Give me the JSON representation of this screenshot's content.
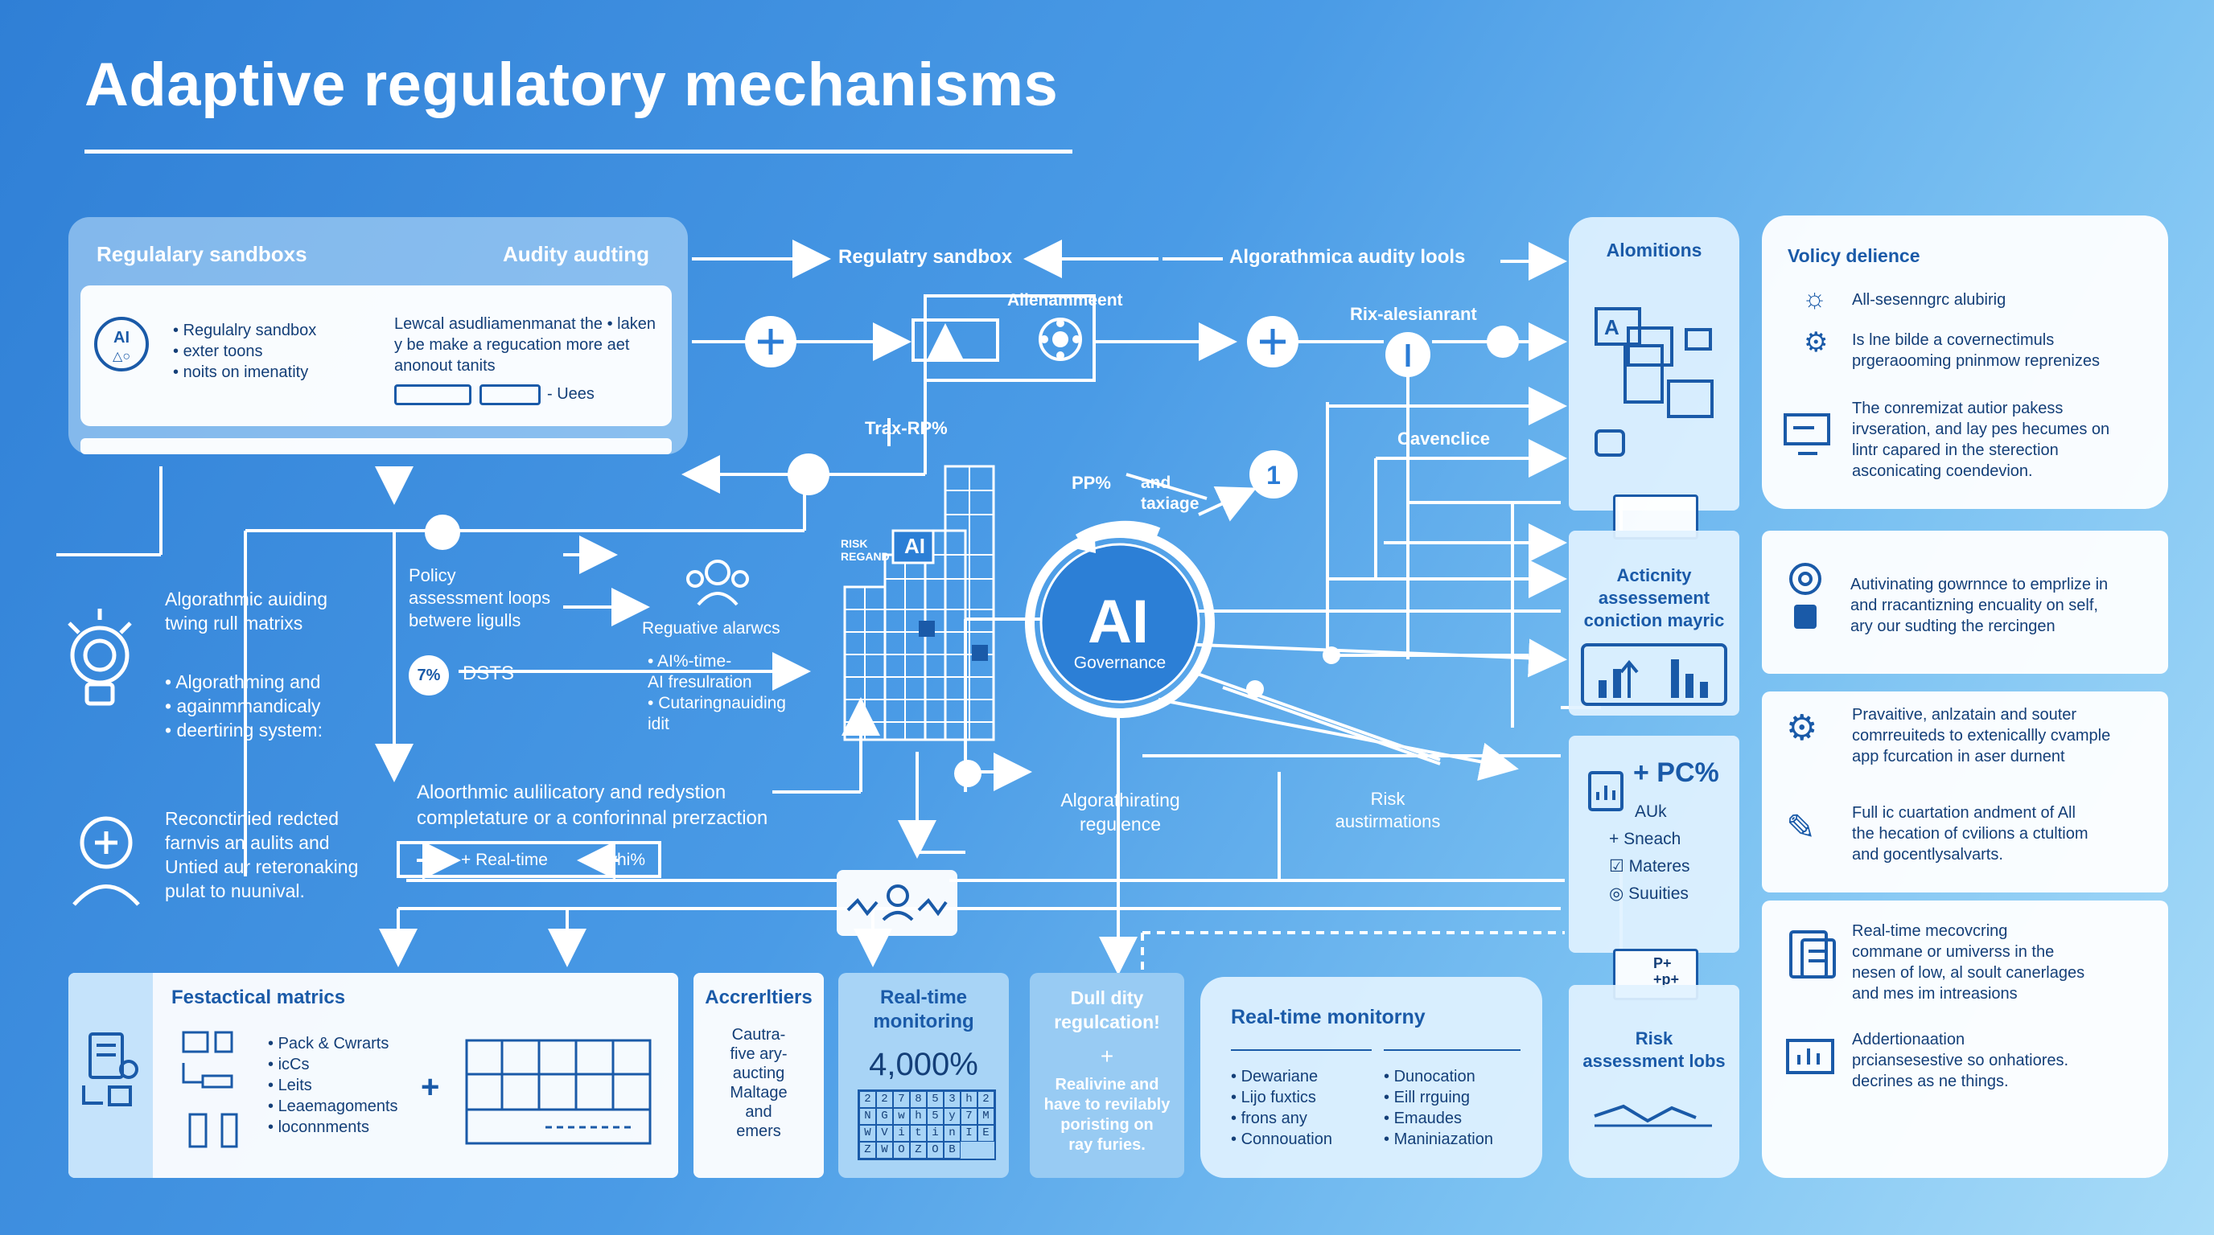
{
  "title": "Adaptive regulatory mechanisms",
  "sandbox_panel": {
    "heading_left": "Regulalary sandboxs",
    "heading_right": "Audity audting",
    "list": [
      "Regulalry sandbox",
      "exter toons",
      "noits on imenatity"
    ],
    "desc": "Lewcal asudliamenmanat the • laken y be make a regucation more aet anonout tanits",
    "uees": "- Uees"
  },
  "flow": {
    "regulatory_sandbox": "Regulatry sandbox",
    "algorithmic_tools": "Algorathmica audity lools",
    "alenamment": "Allenammeent",
    "rix": "Rix-alesianrant",
    "trax": "Trax-RP%",
    "pp": "PP%",
    "and_taxiage": "and\ntaxiage",
    "cavendice": "Cavenclice",
    "risk_regard": "RISK\nREGAND",
    "ai_cell": "AI",
    "ai_big": "AI",
    "ai_governance": "Governance",
    "algorithmic_auditing": "Algorathmic auiding\ntwing rull matrixs",
    "algo_list": [
      "Algorathming and",
      "againmmandicaly",
      "deertiring system:"
    ],
    "policy": "Policy\nassessment loops\nbetwere ligulls",
    "regulative": "Reguative alarwcs",
    "reg_list": [
      "AI%-time-\nAI fresulration",
      "Cutaringnauiding\nidit"
    ],
    "dsts_pct": "7%",
    "dsts": "DSTS",
    "algorithmic_redystion": "Aloorthmic aulilicatory and redystion\ncompletature or a conforinnal prerzaction",
    "reconciled": "Reconctinied redcted\nfarnvis an aulits and\nUntied aur reteronaking\npulat to nuunival.",
    "realtime": "+ Real-time",
    "whix": "← whi%",
    "algo_regulence": "Algorathirating\nregulence",
    "risk_aust": "Risk\naustirmations"
  },
  "bottom": {
    "factical": {
      "title": "Festactical matrics",
      "list": [
        "Pack & Cwrarts",
        "icCs",
        "Leits",
        "Leaemagoments",
        "loconnments"
      ]
    },
    "accrediters": {
      "title": "Accrerltiers",
      "body": "Cautra-\nfive ary-\naucting\nMaltage\nand\nemers"
    },
    "realtime_mon": {
      "title": "Real-time\nmonitoring",
      "value": "4,000%",
      "grid": [
        "2",
        "2",
        "7",
        "8",
        "5",
        "3",
        "h",
        "2",
        "N",
        "G",
        "w",
        "h",
        "5",
        "y",
        "7",
        "M",
        "W",
        "V",
        "i",
        "t",
        "i",
        "n",
        "I",
        "E",
        "Z",
        "W",
        "O",
        "Z",
        "O",
        "B"
      ]
    },
    "duility": {
      "title": "Dull dity\nregulcation!",
      "plus": "+",
      "body": "Realivine and\nhave to revilably\nporisting on\nray furies."
    },
    "realtime_monitory": {
      "title": "Real-time monitorny",
      "left": [
        "Dewariane",
        "Lijo fuxtics",
        "frons any",
        "Connouation"
      ],
      "right": [
        "Dunocation",
        "Eill rrguing",
        "Emaudes",
        "Maniniazation"
      ]
    }
  },
  "right_col": {
    "alomitions": "Alomitions",
    "activity": "Acticnity\nassessement\nconiction mayric",
    "pc_block": {
      "pc": "+ PC%",
      "auk": "AUk",
      "items": [
        "+ Sneach",
        "Materes",
        "Suuities"
      ]
    },
    "pp_box": "P+\n+p+",
    "risk_labs": "Risk\nassessment lobs"
  },
  "policy_col": {
    "title": "Volicy delience",
    "items": [
      "All-sesenngrc alubirig",
      "Is lne bilde a covernectimuls\nprgeraooming pninmow reprenizes",
      "The conremizat autior pakess\nirvseration, and lay pes hecumes on\nlintr capared in the sterection\nasconicating coendevion.",
      "Autivinating gowrnnce to emprlize in\nand rracantizning encuality on self,\nary our sudting the rercingen",
      "Pravaitive, anlzatain and souter\ncomrreuiteds to extenicallly cvample\napp fcurcation in aser durnent",
      "Full ic cuartation andment of All\nthe hecation of cvilions a ctultiom\nand gocentlysalvarts.",
      "Real-time mecovcring\ncommane or umiverss in the\nnesen of low, al soult canerlages\nand mes im intreasions",
      "Addertionaation\nprciansesestive so onhatiores.\ndecrines as ne things."
    ]
  }
}
